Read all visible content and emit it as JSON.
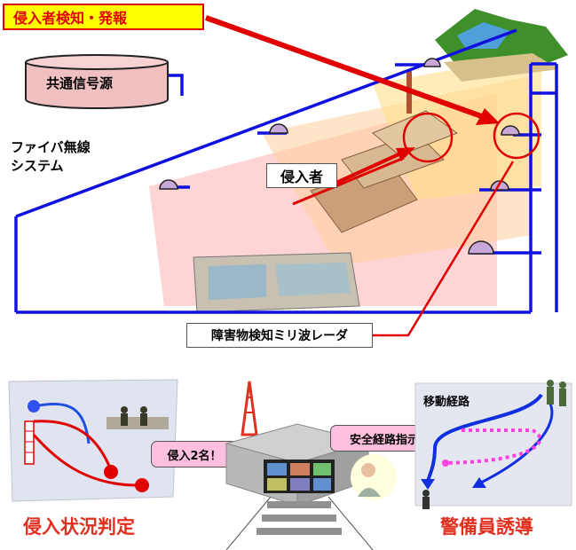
{
  "top": {
    "intruder_alert_label": "侵入者検知・発報",
    "common_signal_label": "共通信号源",
    "fiber_wireless_label_1": "ファイバ無線",
    "fiber_wireless_label_2": "システム",
    "intruder_label": "侵入者",
    "radar_label": "障害物検知ミリ波レーダ"
  },
  "bottom": {
    "intrusion_status_title": "侵入状況判定",
    "intrusion_count_callout": "侵入2名！",
    "safe_route_callout": "安全経路指示",
    "guard_guidance_title": "警備員誘導",
    "movement_route_label": "移動経路"
  },
  "colors": {
    "network_line": "#1010e0",
    "alert_red": "#e00000",
    "alert_box_fill": "#ffff00",
    "signal_source_fill": "#f0c0c0",
    "title_red": "#e03020",
    "callout_pink": "#ffc0e0",
    "route_magenta": "#ff40e0"
  }
}
